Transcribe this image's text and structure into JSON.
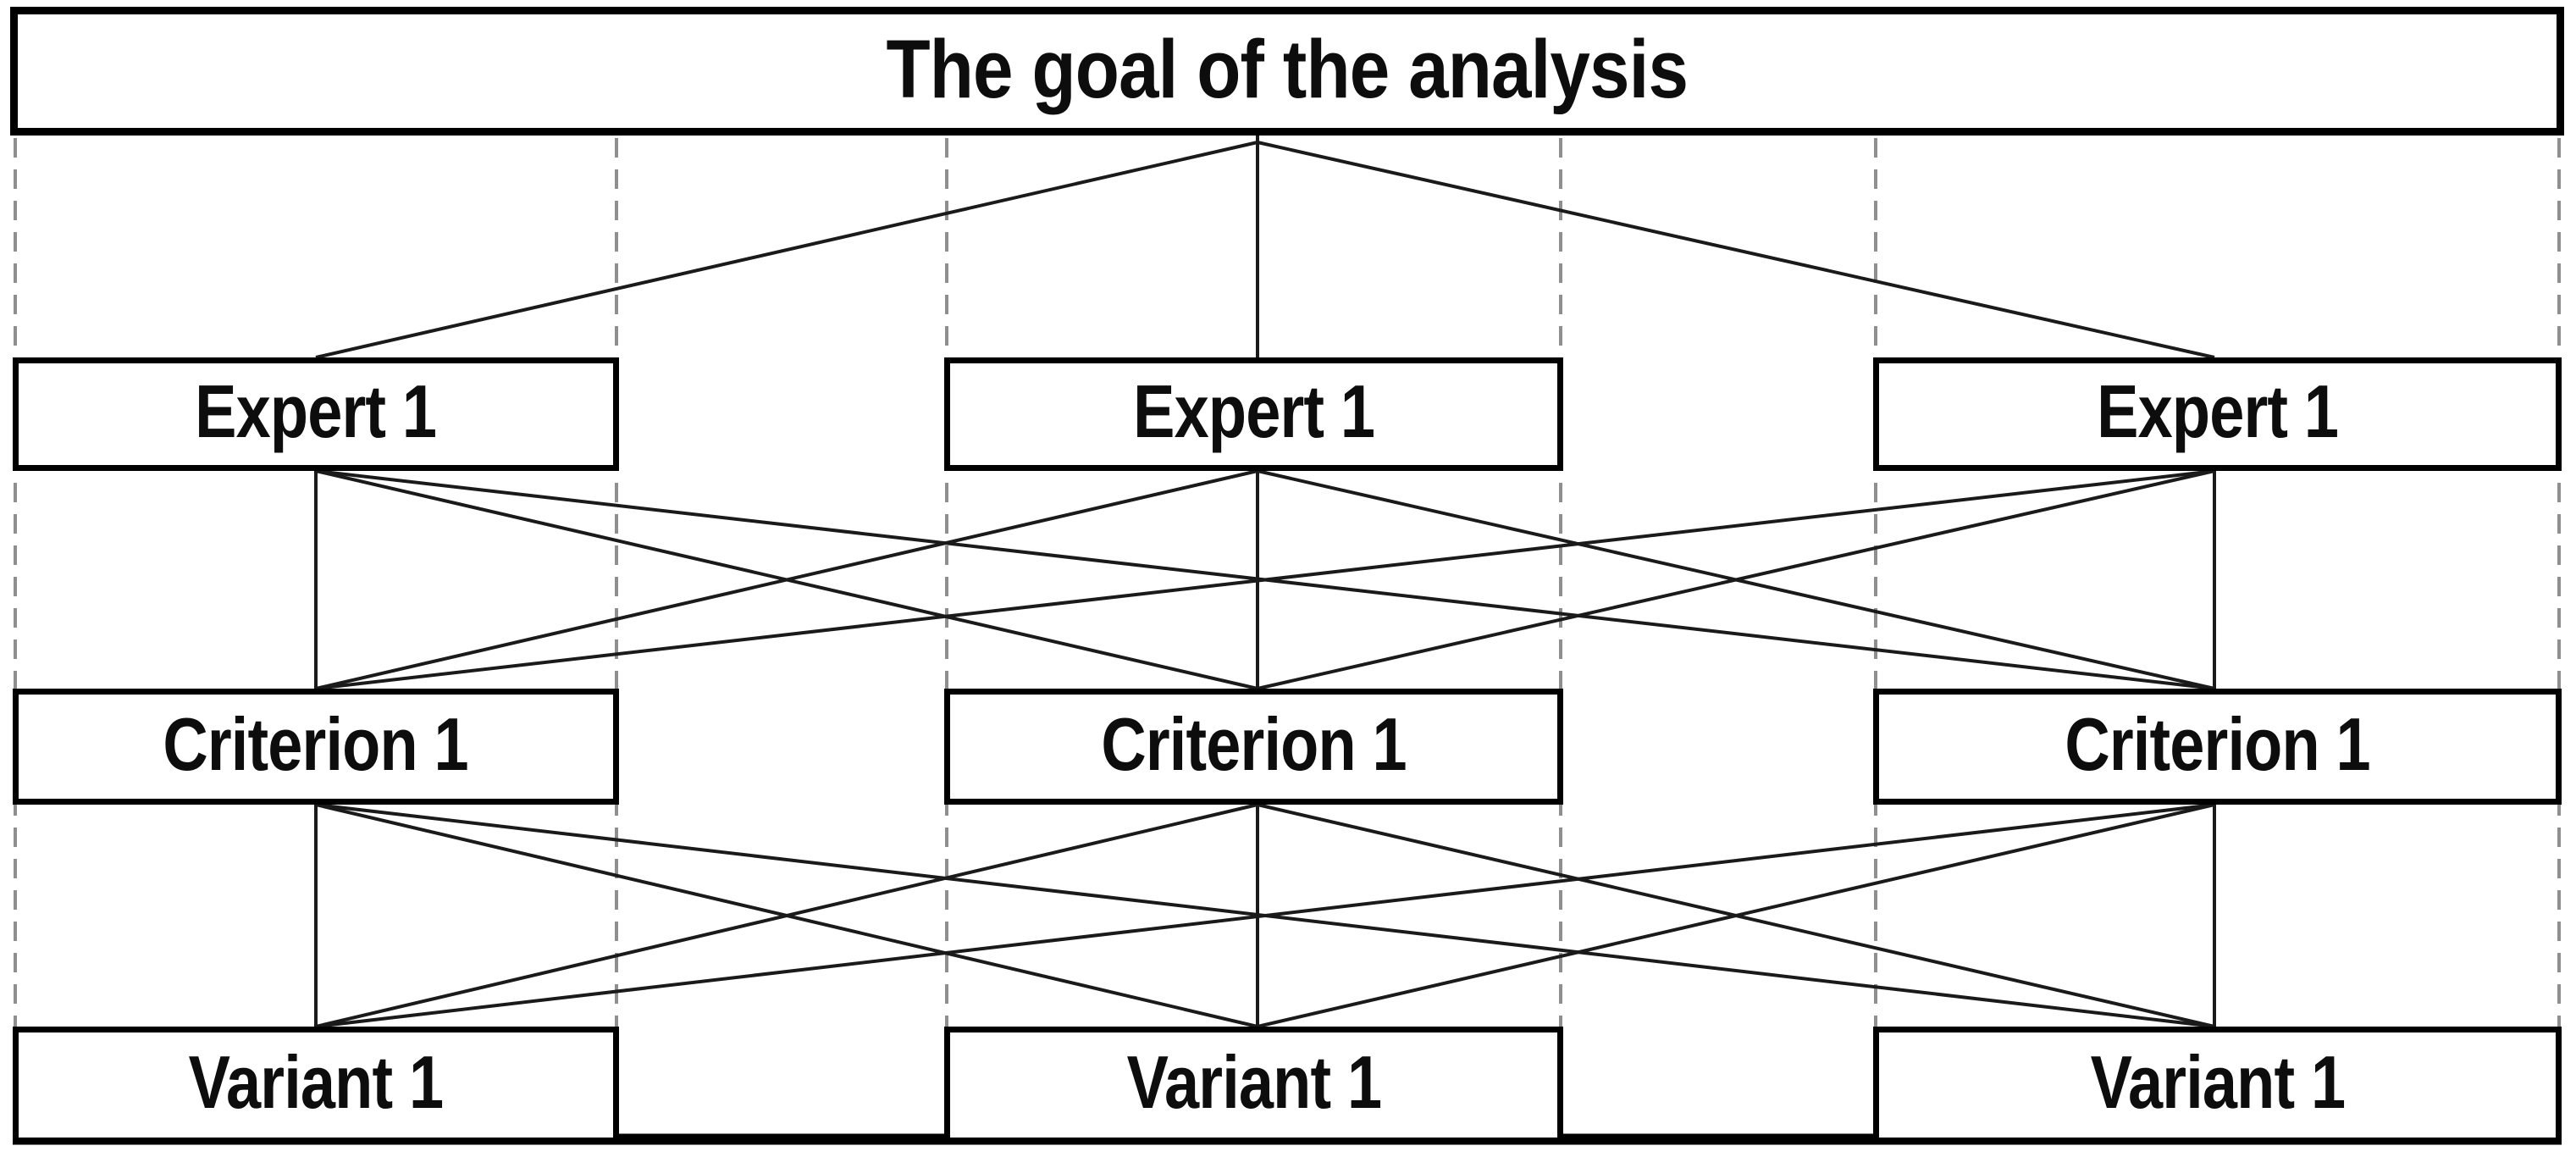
{
  "diagram": {
    "type": "hierarchy",
    "title": "The goal of the analysis",
    "levels": [
      {
        "name": "experts",
        "nodes": [
          "Expert 1",
          "Expert 1",
          "Expert 1"
        ]
      },
      {
        "name": "criteria",
        "nodes": [
          "Criterion 1",
          "Criterion 1",
          "Criterion 1"
        ]
      },
      {
        "name": "variants",
        "nodes": [
          "Variant 1",
          "Variant 1",
          "Variant 1"
        ]
      }
    ],
    "connections": {
      "goal_to_experts": "goal apex connects to every expert",
      "experts_to_criteria": "every expert connects to every criterion",
      "criteria_to_variants": "every criterion connects to every variant"
    },
    "colors": {
      "background": "#ffffff",
      "box_border": "#000000",
      "box_fill": "#ffffff",
      "text": "#0d0d0d",
      "connector_line": "#1a1a1a",
      "dashed_guide": "#8f8f8f",
      "bottom_rule": "#000000"
    }
  }
}
